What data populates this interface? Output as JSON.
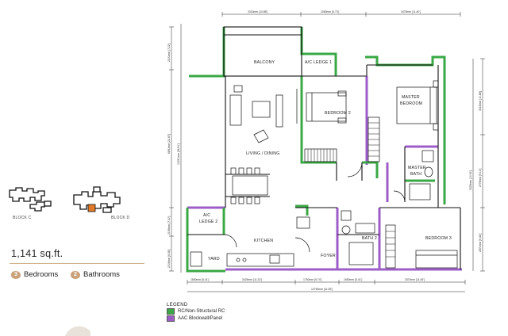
{
  "keyplan": {
    "block_c": "BLOCK C",
    "block_d": "BLOCK D"
  },
  "unit": {
    "area": "1,141 sq.ft.",
    "bedrooms": {
      "count": "3",
      "label": "Bedrooms"
    },
    "bathrooms": {
      "count": "2",
      "label": "Bathrooms"
    }
  },
  "rooms": {
    "balcony": "BALCONY",
    "ac_ledge_1": "A/C LEDGE 1",
    "bedroom_2": "BEDROOM 2",
    "master_bedroom_1": "MASTER",
    "master_bedroom_2": "BEDROOM",
    "living_dining": "LIVING / DINING",
    "master_bath_1": "MASTER",
    "master_bath_2": "BATH",
    "ac_ledge_2_1": "A/C",
    "ac_ledge_2_2": "LEDGE 2",
    "bath_2": "BATH 2",
    "bedroom_3": "BEDROOM 3",
    "kitchen": "KITCHEN",
    "yard": "YARD",
    "foyer": "FOYER"
  },
  "dimensions": {
    "top_1": "3315mm [10.88']",
    "top_2": "2050mm [6.73']",
    "top_3": "3475mm [11.40']",
    "left_1": "2200mm [7.22']",
    "left_2": "6850mm [22.47']",
    "left_total": "11250mm [36.91']",
    "left_3": "2195mm [7.20']",
    "left_4": "2005mm [6.58']",
    "right_1": "3315mm [10.88']",
    "right_2": "3325mm [10.91']",
    "right_3": "2775mm [9.10']",
    "right_4": "2870mm [9.42']",
    "bottom_1": "1650mm [5.41']",
    "bottom_2": "3425mm [11.24']",
    "bottom_3": "1750mm [5.74']",
    "bottom_4": "1650mm [5.41']",
    "bottom_5": "3370mm [11.06']",
    "bottom_total": "12750mm [41.83']"
  },
  "legend": {
    "title": "LEGEND",
    "items": [
      {
        "label": "RC/Non-Structural RC",
        "color": "#3aa845"
      },
      {
        "label": "AAC Blockwall/Panel",
        "color": "#9c5dc9"
      }
    ]
  },
  "colors": {
    "accent": "#c9a27a",
    "highlight_unit": "#e07a28",
    "rc": "#3aa845",
    "aac": "#9c5dc9"
  }
}
